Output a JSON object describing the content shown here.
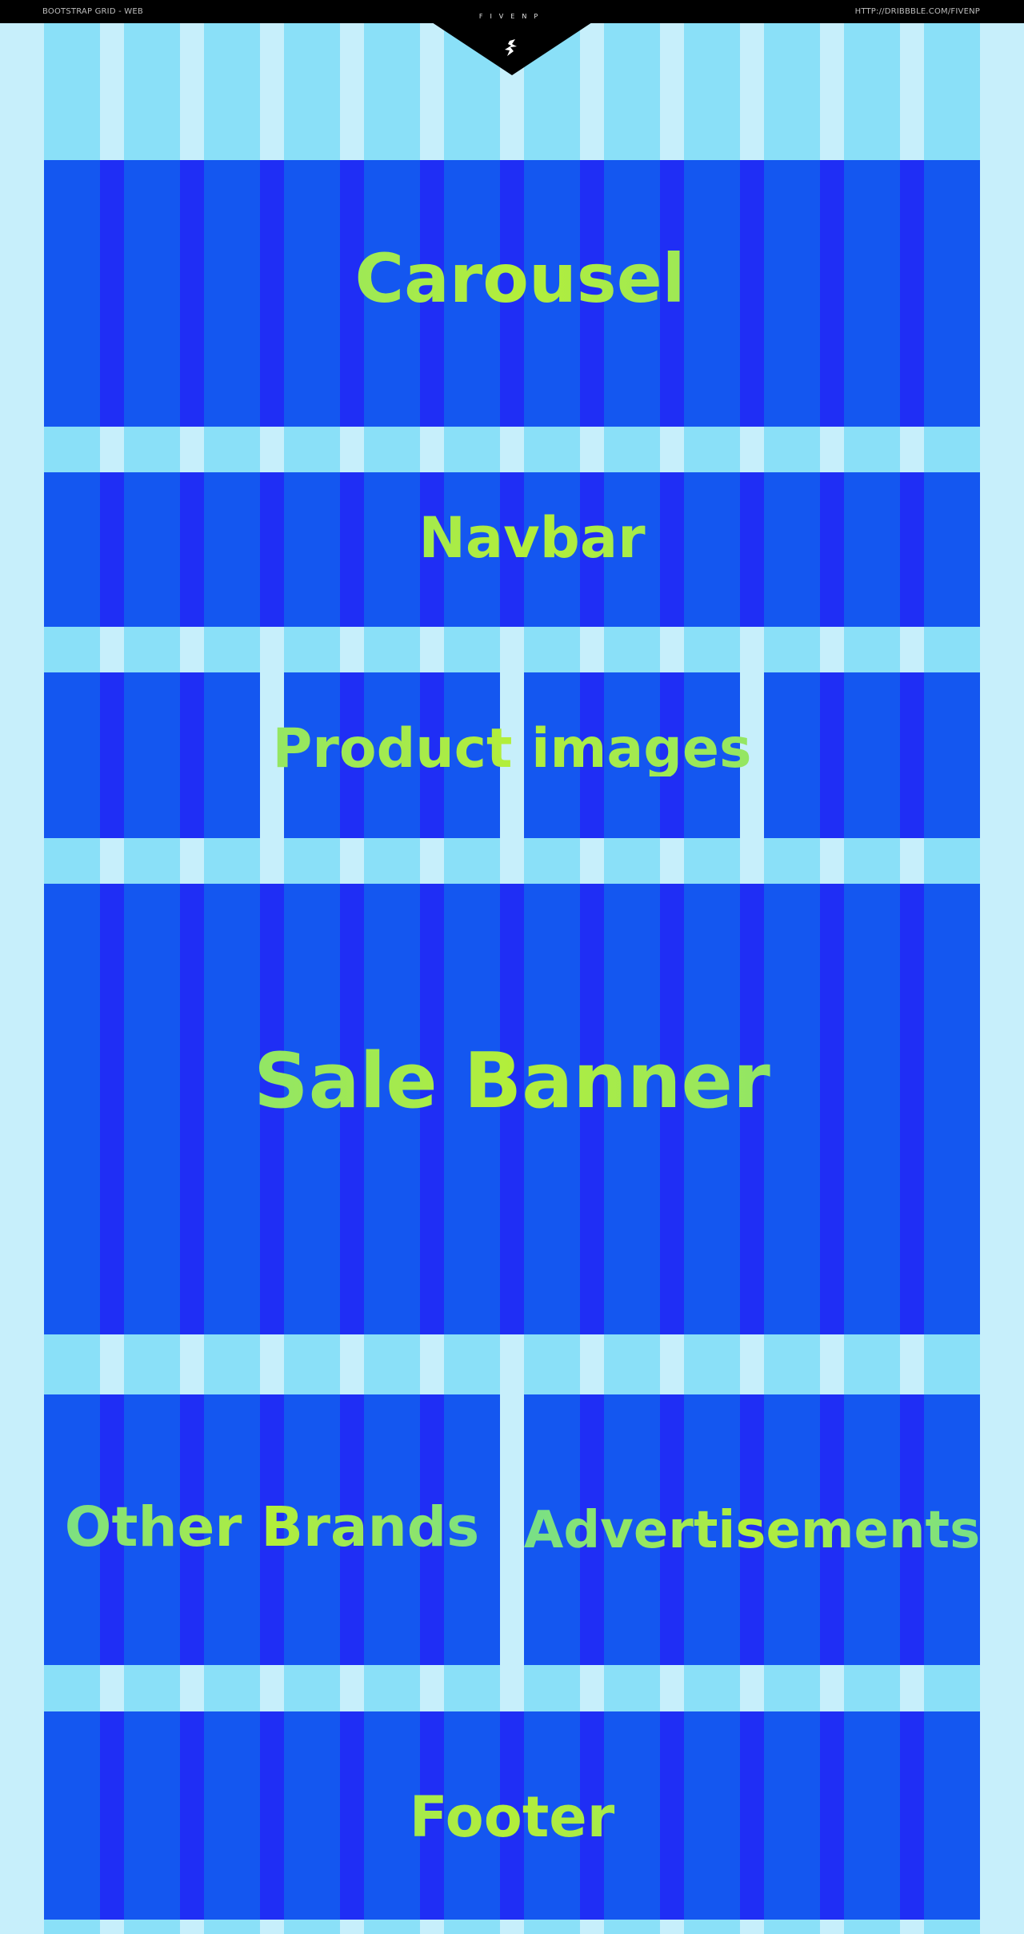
{
  "header": {
    "left_text": "BOOTSTRAP GRID - WEB",
    "brand": "FIVENP",
    "right_text": "HTTP://DRIBBBLE.COM/FIVENP"
  },
  "sections": {
    "carousel": "Carousel",
    "navbar": "Navbar",
    "product_images": "Product images",
    "sale_banner": "Sale Banner",
    "other_brands": "Other Brands",
    "advertisements": "Advertisements",
    "footer": "Footer"
  },
  "colors": {
    "page_background": "#c7effb",
    "column_light": "#8ae0f8",
    "block_blue": "#1457f0",
    "block_dark_stripe": "#1f2ef5",
    "label_gradient_start": "#76df8a",
    "label_gradient_mid": "#b3ee3a",
    "header_background": "#000000"
  },
  "icons": {
    "logo": "fivenp-bird-logo"
  }
}
